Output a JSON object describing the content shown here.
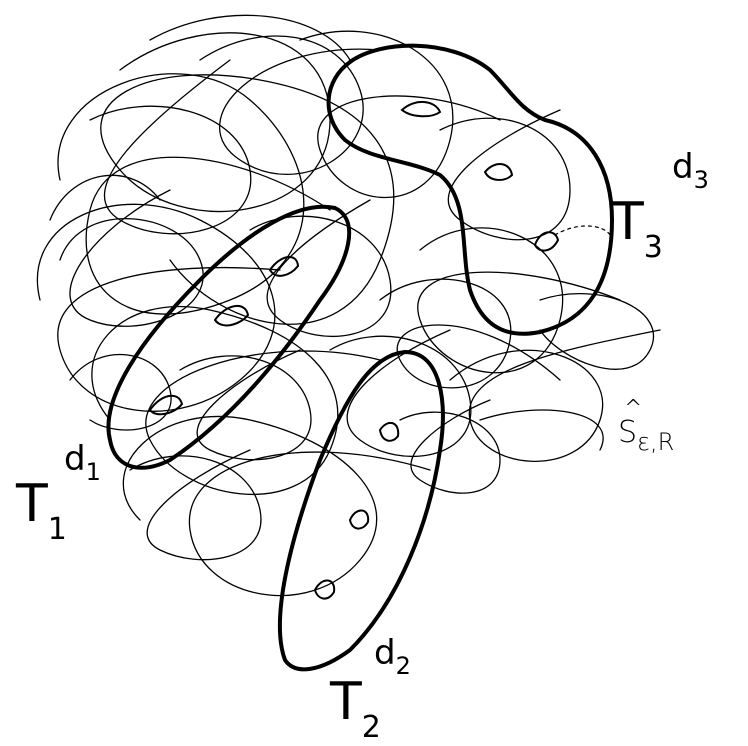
{
  "labels": {
    "t1": {
      "base": "T",
      "sub": "1",
      "sup": "d",
      "sup_sub": "1"
    },
    "t2": {
      "base": "T",
      "sub": "2",
      "sup": "d",
      "sup_sub": "2"
    },
    "t3": {
      "base": "T",
      "sub": "3",
      "sup": "d",
      "sup_sub": "3"
    },
    "surface": {
      "hat": "^",
      "base": "S",
      "sub": "ε,R"
    }
  },
  "colors": {
    "ink": "#000000",
    "paper": "#ffffff"
  }
}
